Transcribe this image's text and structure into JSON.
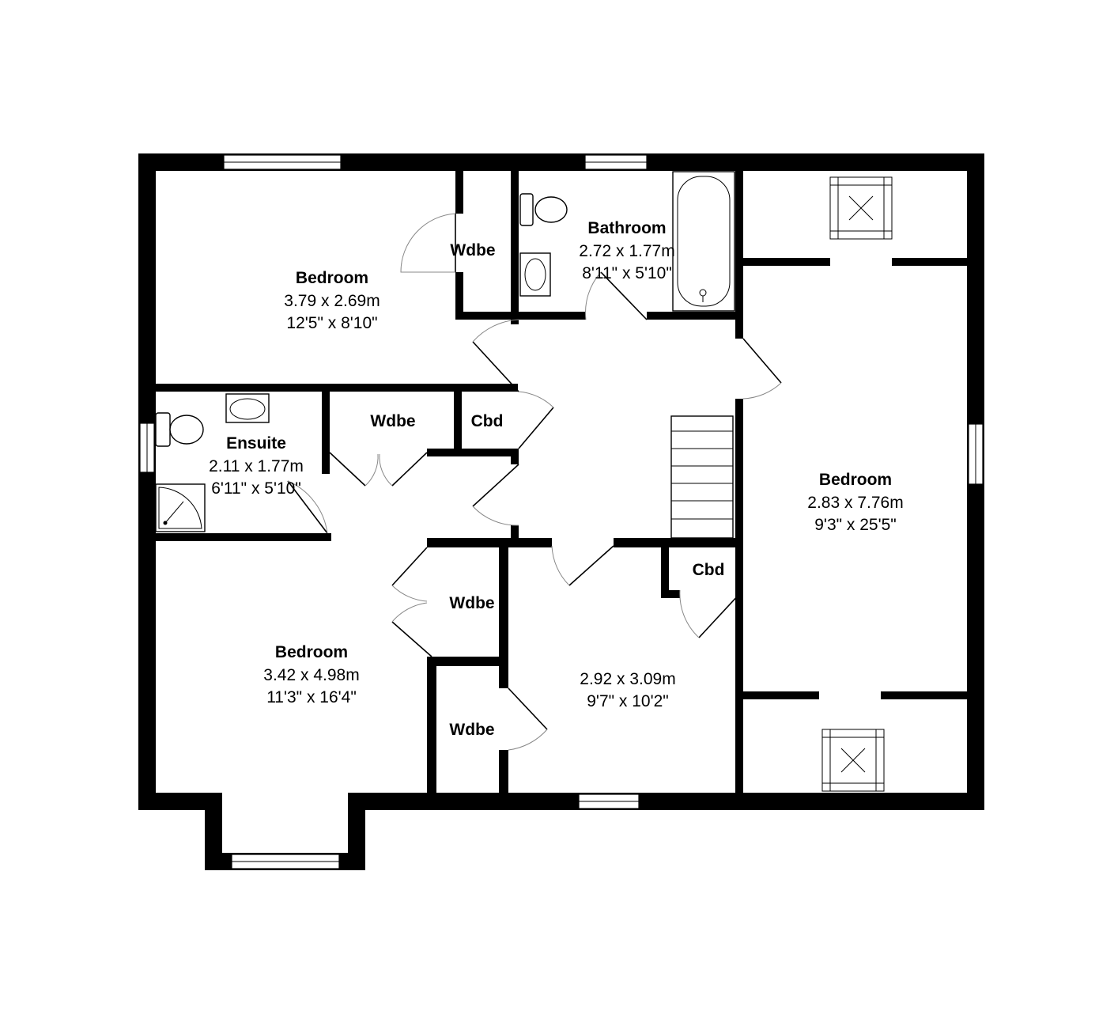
{
  "rooms": {
    "bedroom_top_left": {
      "name": "Bedroom",
      "metric": "3.79 x 2.69m",
      "imperial": "12'5\" x 8'10\""
    },
    "bathroom": {
      "name": "Bathroom",
      "metric": "2.72 x 1.77m",
      "imperial": "8'11\" x 5'10\""
    },
    "ensuite": {
      "name": "Ensuite",
      "metric": "2.11 x 1.77m",
      "imperial": "6'11\" x 5'10\""
    },
    "bedroom_bottom_left": {
      "name": "Bedroom",
      "metric": "3.42 x 4.98m",
      "imperial": "11'3\" x 16'4\""
    },
    "bedroom_right": {
      "name": "Bedroom",
      "metric": "2.83 x 7.76m",
      "imperial": "9'3\" x 25'5\""
    },
    "room_center_bottom": {
      "metric": "2.92 x 3.09m",
      "imperial": "9'7\" x 10'2\""
    }
  },
  "storage": {
    "wdbe_top": "Wdbe",
    "wdbe_middle": "Wdbe",
    "cbd_middle": "Cbd",
    "wdbe_lower_1": "Wdbe",
    "wdbe_lower_2": "Wdbe",
    "cbd_right": "Cbd"
  },
  "colors": {
    "wall": "#000000",
    "background": "#ffffff"
  }
}
